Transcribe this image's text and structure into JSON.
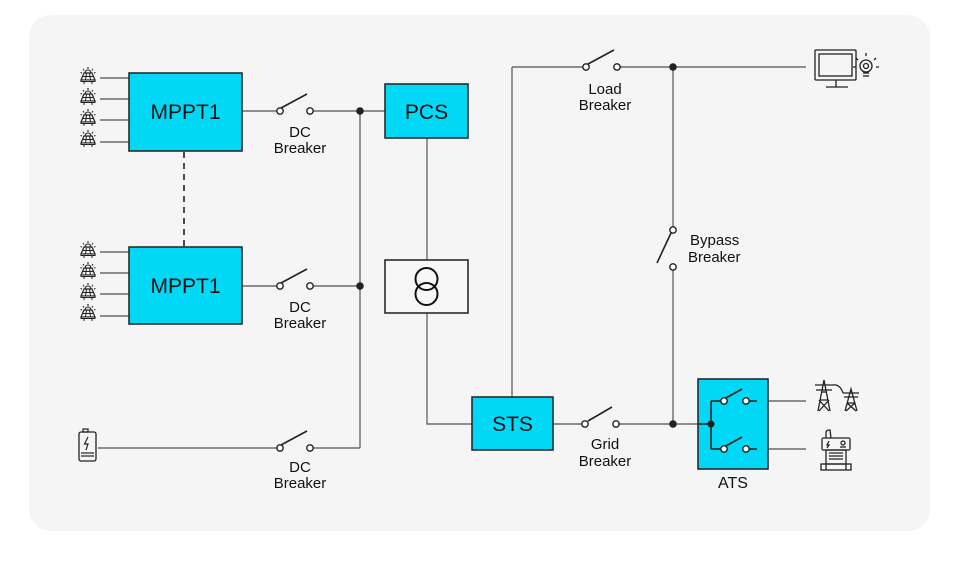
{
  "diagram": {
    "type": "power-system single-line diagram",
    "colors": {
      "block_fill": "#00d8f6",
      "background": "#f5f5f5",
      "wire": "#6b6b6b"
    },
    "blocks": {
      "mppt_top": "MPPT1",
      "mppt_bottom": "MPPT1",
      "pcs": "PCS",
      "sts": "STS",
      "ats": "ATS"
    },
    "breakers": {
      "dc_1": {
        "line1": "DC",
        "line2": "Breaker"
      },
      "dc_2": {
        "line1": "DC",
        "line2": "Breaker"
      },
      "dc_3": {
        "line1": "DC",
        "line2": "Breaker"
      },
      "load": {
        "line1": "Load",
        "line2": "Breaker"
      },
      "bypass": {
        "line1": "Bypass",
        "line2": "Breaker"
      },
      "grid": {
        "line1": "Grid",
        "line2": "Breaker"
      }
    },
    "icons": {
      "pv_panel": "solar-panel-icon",
      "battery": "battery-icon",
      "transformer": "transformer-icon",
      "load": "monitor-lightbulb-icon",
      "grid": "power-tower-icon",
      "generator": "generator-icon"
    }
  }
}
